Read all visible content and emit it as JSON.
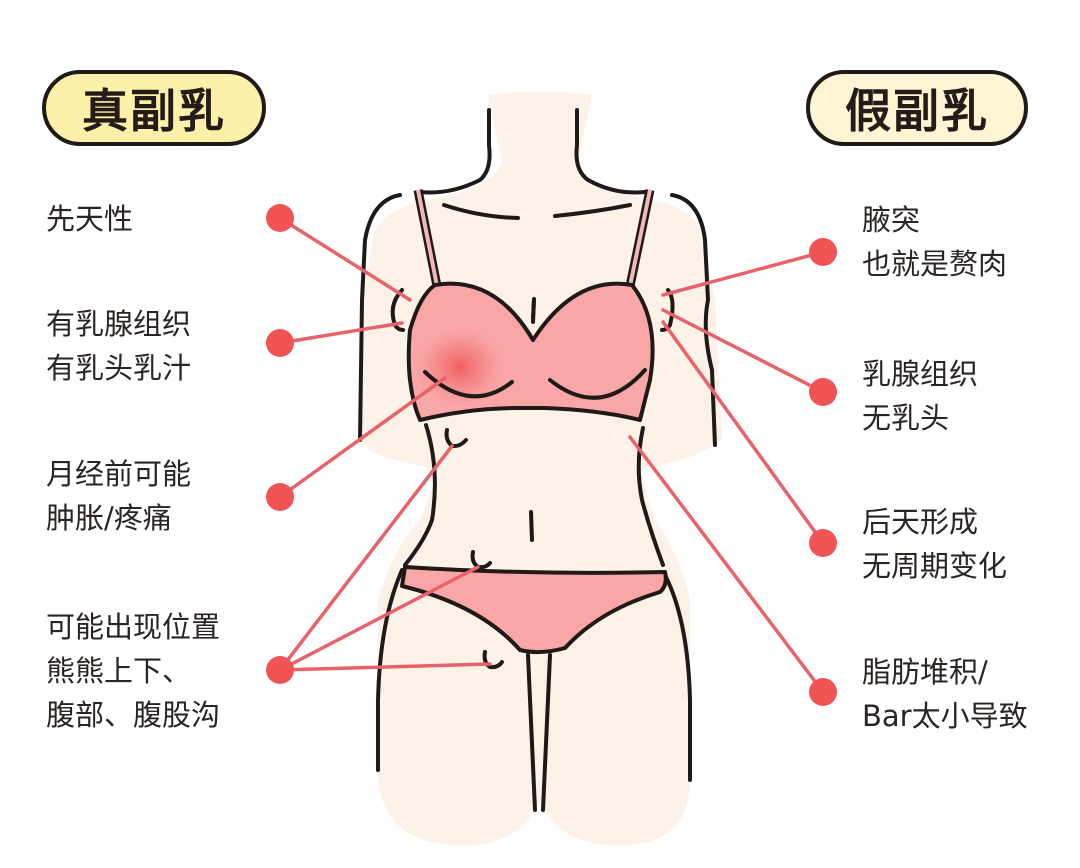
{
  "titles": {
    "left": "真副乳",
    "right": "假副乳"
  },
  "colors": {
    "skin": "#fdf2e8",
    "outline": "#1f1a17",
    "bra_pink": "#f9a6a6",
    "hotspot_red": "#f25a5a",
    "connector_red": "#e8626a",
    "dot_red": "#f05454",
    "title_left_bg": "#fdf0a8",
    "title_right_bg": "#fdf5d4"
  },
  "left_labels": [
    {
      "lines": [
        "先天性"
      ]
    },
    {
      "lines": [
        "有乳腺组织",
        "有乳头乳汁"
      ]
    },
    {
      "lines": [
        "月经前可能",
        "肿胀/疼痛"
      ]
    },
    {
      "lines": [
        "可能出现位置",
        "熊熊上下、",
        "腹部、腹股沟"
      ]
    }
  ],
  "right_labels": [
    {
      "lines": [
        "腋突",
        "也就是赘肉"
      ]
    },
    {
      "lines": [
        "乳腺组织",
        "无乳头"
      ]
    },
    {
      "lines": [
        "后天形成",
        "无周期变化"
      ]
    },
    {
      "lines": [
        "脂肪堆积/",
        "Bar太小导致"
      ]
    }
  ]
}
